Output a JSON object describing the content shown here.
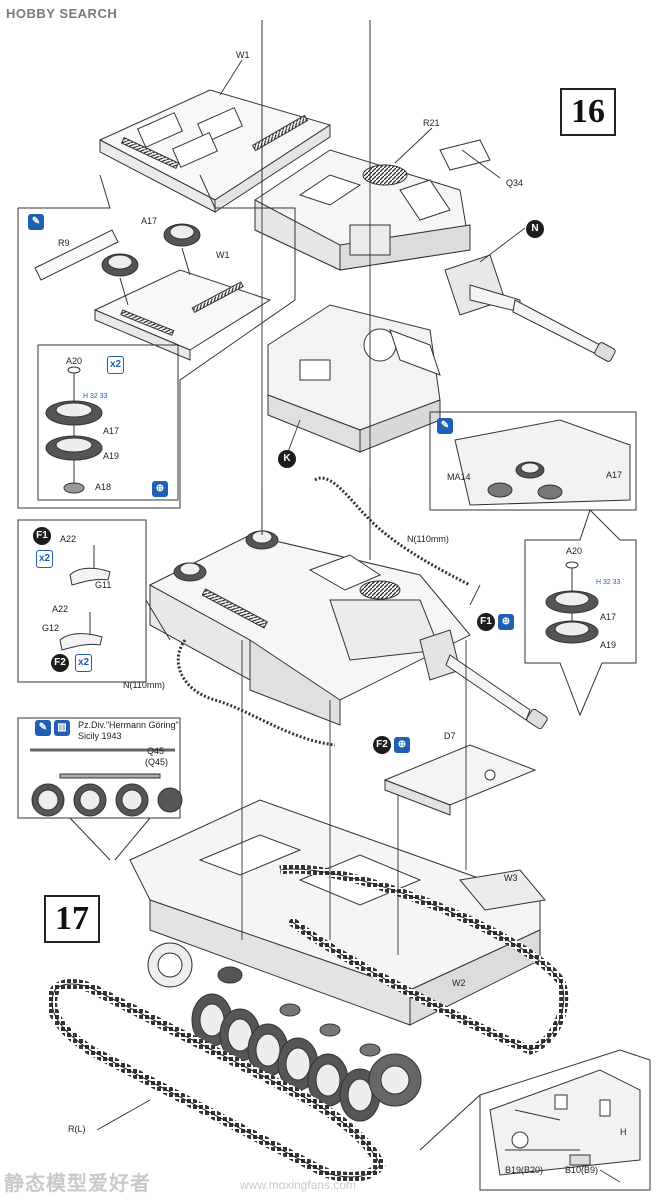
{
  "header": {
    "brand": "HOBBY SEARCH"
  },
  "steps": {
    "step16": "16",
    "step17": "17"
  },
  "labels": {
    "w1_top": "W1",
    "r21": "R21",
    "q34": "Q34",
    "n_circle": "N",
    "a17_inset": "A17",
    "r9": "R9",
    "w1_inset": "W1",
    "a20": "A20",
    "a17": "A17",
    "a19": "A19",
    "a18": "A18",
    "k_circle": "K",
    "ma14": "MA14",
    "a17_right": "A17",
    "a20_right": "A20",
    "a17_right2": "A17",
    "a19_right": "A19",
    "f1": "F1",
    "a22": "A22",
    "g11": "G11",
    "a22_b": "A22",
    "g12": "G12",
    "f2": "F2",
    "n110_top": "N(110mm)",
    "n110_left": "N(110mm)",
    "f1_right": "F1",
    "f2_right": "F2",
    "d7": "D7",
    "w3": "W3",
    "w2": "W2",
    "q45": "Q45",
    "q45b": "(Q45)",
    "r_l": "R(L)",
    "h": "H",
    "b19": "B19(B20)",
    "b10": "B10(B9)"
  },
  "badges": {
    "x2_a": "x2",
    "x2_b": "x2",
    "x2_c": "x2",
    "ref_a": "H 32 33",
    "ref_b": "H 32 33"
  },
  "caption_note": {
    "line1": "Pz.Div.\"Hermann Göring\",",
    "line2": "Sicily 1943"
  },
  "watermark": {
    "text": "静态模型爱好者",
    "url": "www.moxingfans.com"
  }
}
